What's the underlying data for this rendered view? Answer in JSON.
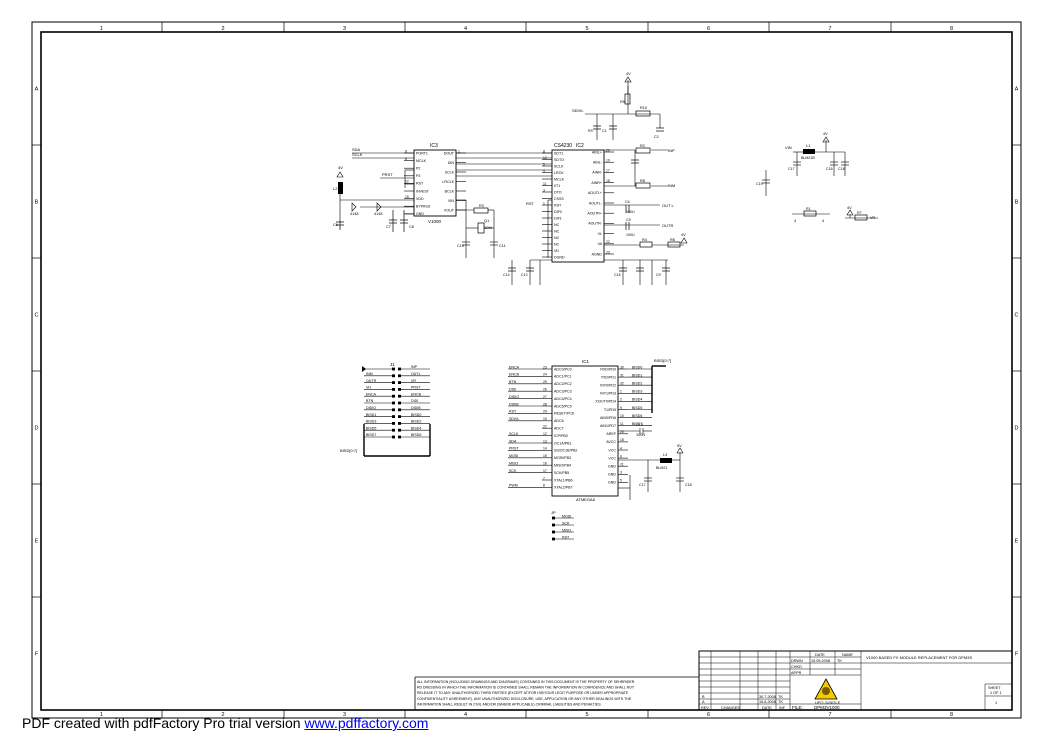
{
  "border": {
    "columns": [
      "1",
      "2",
      "3",
      "4",
      "5",
      "6",
      "7",
      "8"
    ],
    "rows": [
      "A",
      "B",
      "C",
      "D",
      "E",
      "F"
    ]
  },
  "codec": {
    "ref": "IC2",
    "part": "CS4230",
    "left_pins": [
      {
        "num": "8",
        "name": "SDT1"
      },
      {
        "num": "12",
        "name": "SDTO"
      },
      {
        "num": "5",
        "name": "SCLK"
      },
      {
        "num": "4",
        "name": "LRCK"
      },
      {
        "num": "",
        "name": "MCLK"
      },
      {
        "num": "11",
        "name": "I/T1"
      },
      {
        "num": "3",
        "name": "DTO"
      },
      {
        "num": "",
        "name": "CSSS"
      },
      {
        "num": "1",
        "name": "RST"
      },
      {
        "num": "",
        "name": "DIF0"
      },
      {
        "num": "",
        "name": "DIF1"
      },
      {
        "num": "",
        "name": "NC"
      },
      {
        "num": "",
        "name": "NC"
      },
      {
        "num": "",
        "name": "NC"
      },
      {
        "num": "",
        "name": "NC"
      },
      {
        "num": "",
        "name": "VD"
      },
      {
        "num": "",
        "name": "DGND"
      }
    ],
    "right_pins": [
      {
        "num": "20",
        "name": "AINL+"
      },
      {
        "num": "19",
        "name": "AINL-"
      },
      {
        "num": "17",
        "name": "AINR-"
      },
      {
        "num": "18",
        "name": "AINR+"
      },
      {
        "num": "",
        "name": "AOUTL+"
      },
      {
        "num": "",
        "name": "AOUTL-"
      },
      {
        "num": "",
        "name": "AOUTR+"
      },
      {
        "num": "",
        "name": "AOUTR-"
      },
      {
        "num": "",
        "name": "VL"
      },
      {
        "num": "22",
        "name": "VA"
      },
      {
        "num": "23",
        "name": "AGND"
      }
    ]
  },
  "dsp": {
    "ref": "IC3",
    "part": "V1000",
    "left_pins": [
      {
        "num": "9",
        "name": "PORT1"
      },
      {
        "num": "8",
        "name": "MCLK"
      },
      {
        "num": "",
        "name": "P2"
      },
      {
        "num": "",
        "name": "P3"
      },
      {
        "num": "12",
        "name": "RST"
      },
      {
        "num": "",
        "name": "INVEST"
      },
      {
        "num": "15",
        "name": "VDD"
      },
      {
        "num": "",
        "name": "BYPASS"
      },
      {
        "num": "",
        "name": "GND"
      }
    ],
    "right_pins": [
      {
        "num": "1",
        "name": "DOUT"
      },
      {
        "num": "",
        "name": "DIN"
      },
      {
        "num": "",
        "name": "SCLK"
      },
      {
        "num": "",
        "name": "LRCLK"
      },
      {
        "num": "",
        "name": "BCLK"
      },
      {
        "num": "",
        "name": "XIN"
      },
      {
        "num": "",
        "name": "XOUT"
      }
    ],
    "crystal": "Q1",
    "crystal_value": "10M"
  },
  "mcu": {
    "ref": "IC1",
    "part": "ATMEGA8",
    "left_pins": [
      {
        "num": "23",
        "name": "ADC0/PC0"
      },
      {
        "num": "24",
        "name": "ADC1/PC1"
      },
      {
        "num": "25",
        "name": "ADC2/PC2"
      },
      {
        "num": "26",
        "name": "ADC3/PC3"
      },
      {
        "num": "27",
        "name": "ADC4/PC4"
      },
      {
        "num": "28",
        "name": "ADC5/PC5"
      },
      {
        "num": "29",
        "name": "RESET/PC6"
      },
      {
        "num": "19",
        "name": "ADC6"
      },
      {
        "num": "22",
        "name": "ADC7"
      },
      {
        "num": "12",
        "name": "ICP/PB0"
      },
      {
        "num": "13",
        "name": "OC1A/PB1"
      },
      {
        "num": "14",
        "name": "SS/OC1B/PB2"
      },
      {
        "num": "15",
        "name": "MOSI/PB3"
      },
      {
        "num": "16",
        "name": "MISO/PB4"
      },
      {
        "num": "17",
        "name": "SCK/PB5"
      },
      {
        "num": "7",
        "name": "XTAL1/PB6"
      },
      {
        "num": "8",
        "name": "XTAL2/PB7"
      }
    ],
    "right_pins": [
      {
        "num": "30",
        "name": "RXD/PD0"
      },
      {
        "num": "31",
        "name": "TXD/PD1"
      },
      {
        "num": "32",
        "name": "INT0/PD2"
      },
      {
        "num": "1",
        "name": "INT1/PD3"
      },
      {
        "num": "2",
        "name": "XCK/T0/PD4"
      },
      {
        "num": "9",
        "name": "T1/PD5"
      },
      {
        "num": "10",
        "name": "AIN0/PD6"
      },
      {
        "num": "11",
        "name": "AIN1/PD7"
      },
      {
        "num": "20",
        "name": "AREF"
      },
      {
        "num": "18",
        "name": "AVCC"
      },
      {
        "num": "4",
        "name": "VCC"
      },
      {
        "num": "6",
        "name": "VCC"
      },
      {
        "num": "21",
        "name": "GND"
      },
      {
        "num": "3",
        "name": "GND"
      },
      {
        "num": "5",
        "name": "GND"
      }
    ],
    "left_nets": [
      "ENCA",
      "ENCB",
      "BTN",
      "DIDI",
      "DIDIO",
      "DIDIB",
      "RST",
      "SDIVL",
      "",
      "SCLK",
      "SDA",
      "PRST",
      "MOSI",
      "MISO",
      "SCK",
      "",
      "PWM"
    ],
    "right_nets": [
      "BISD0",
      "BISD1",
      "BISD2",
      "BISD3",
      "BISD4",
      "BISD5",
      "BISD6",
      "BISD7"
    ],
    "bus_label": "BISD[0:7]",
    "cap_label": "C13",
    "cap_value": "100N",
    "ind_label": "L3",
    "ind_value": "BLM21"
  },
  "connector": {
    "ref": "J1",
    "pins_left": [
      "",
      "INM",
      "OUTR",
      "VH",
      "ENCA",
      "BTN",
      "DIDIO",
      "BISD1",
      "BISD3",
      "BISD5",
      "BISD7"
    ],
    "pins_right": [
      "INP",
      "OUTL",
      "VR",
      "PRST",
      "ENCB",
      "DIDI",
      "DIDIB",
      "BISD0",
      "BISD2",
      "BISD4",
      "BISD6"
    ],
    "bus_label": "BISD[0:7]"
  },
  "isp": {
    "ref": "JP",
    "pins": [
      "MOSI",
      "SCK",
      "MISO",
      "RST"
    ]
  },
  "analog": {
    "nets": [
      "SDIVL",
      "OUT L",
      "OUTR",
      "INP",
      "INM",
      "VH",
      "RST",
      "4V",
      "5V",
      "AREF"
    ],
    "parts": [
      "R1",
      "R2",
      "R3",
      "R4",
      "R5",
      "R6",
      "C1",
      "C2",
      "C3",
      "C4",
      "C5",
      "C6",
      "C7",
      "C8",
      "C9",
      "C10",
      "C11",
      "C12",
      "L1",
      "L2",
      "D1",
      "D2",
      "D3"
    ],
    "values": [
      "100N",
      "10U",
      "1K",
      "10K",
      "100K",
      "BLM21",
      "4148",
      "4R7",
      "100",
      "22P",
      "47U"
    ]
  },
  "power": {
    "l1": "L1",
    "l1_value": "BLM21B",
    "vin": "VIN",
    "nets": [
      "5V",
      "4V",
      "VH",
      "VR"
    ]
  },
  "title_block": {
    "title": "V1000 BASED FX MODULE REPLACEMENT FOR DPM3S",
    "date_col": "DATE",
    "name_col": "NAME",
    "drawn": "DRWN",
    "checked": "CHKD",
    "approved": "APPR",
    "drawn_date": "15.05.2008",
    "drawn_name": "TK",
    "sheet_label": "SHEET",
    "sheet_value": "1 OF 1",
    "revision": "1",
    "rev_b": "B",
    "rev_a": "A",
    "rev_b_date": "30.7.2008",
    "rev_a_date": "15.6.2008",
    "rev_b_name": "TK",
    "rev_a_name": "TK",
    "rev_head": "REV",
    "changes_head": "CHANGES",
    "date_head": "DATE",
    "inf_head": "INF",
    "file_label": "FILE:",
    "file_value": "DPM3V1000",
    "logo_text": "UFO JUNGLE",
    "disclaimer": [
      "ALL INFORMATION (INCLUDING DRAWINGS AND DIAGRAMS) CONTAINED IN THIS DOCUMENT IS THE PROPERTY OF SEHRRIDER.",
      "RD DRESSING IN WHICH THE INFORMATION IS CONTAINED SHALL REMAIN THE INFORMATION IN CONFIDENCE AND SHALL NOT",
      "RELEASE IT TO ANY UNAUTHORIZED THIRD PARTIES (EXCEPT AT/FOR HIS/YOUR LEGIT PURPOSE OR UNDER APPROPRIATE",
      "CONFIDENTIALITY AGREEMENT). ANY UNAUTHORIZED DISCLOSURE, USE, APPLICATION OR ANY OTHER DEALINGS WITH THE",
      "INFORMATION SHALL RESULT IN CIVIL AND/OR (WHERE APPLICABLE) CRIMINAL LIABILITIES AND PENALTIES."
    ]
  },
  "pdf_banner": {
    "prefix": "PDF created with pdfFactory Pro trial version ",
    "link": "www.pdffactory.com"
  }
}
